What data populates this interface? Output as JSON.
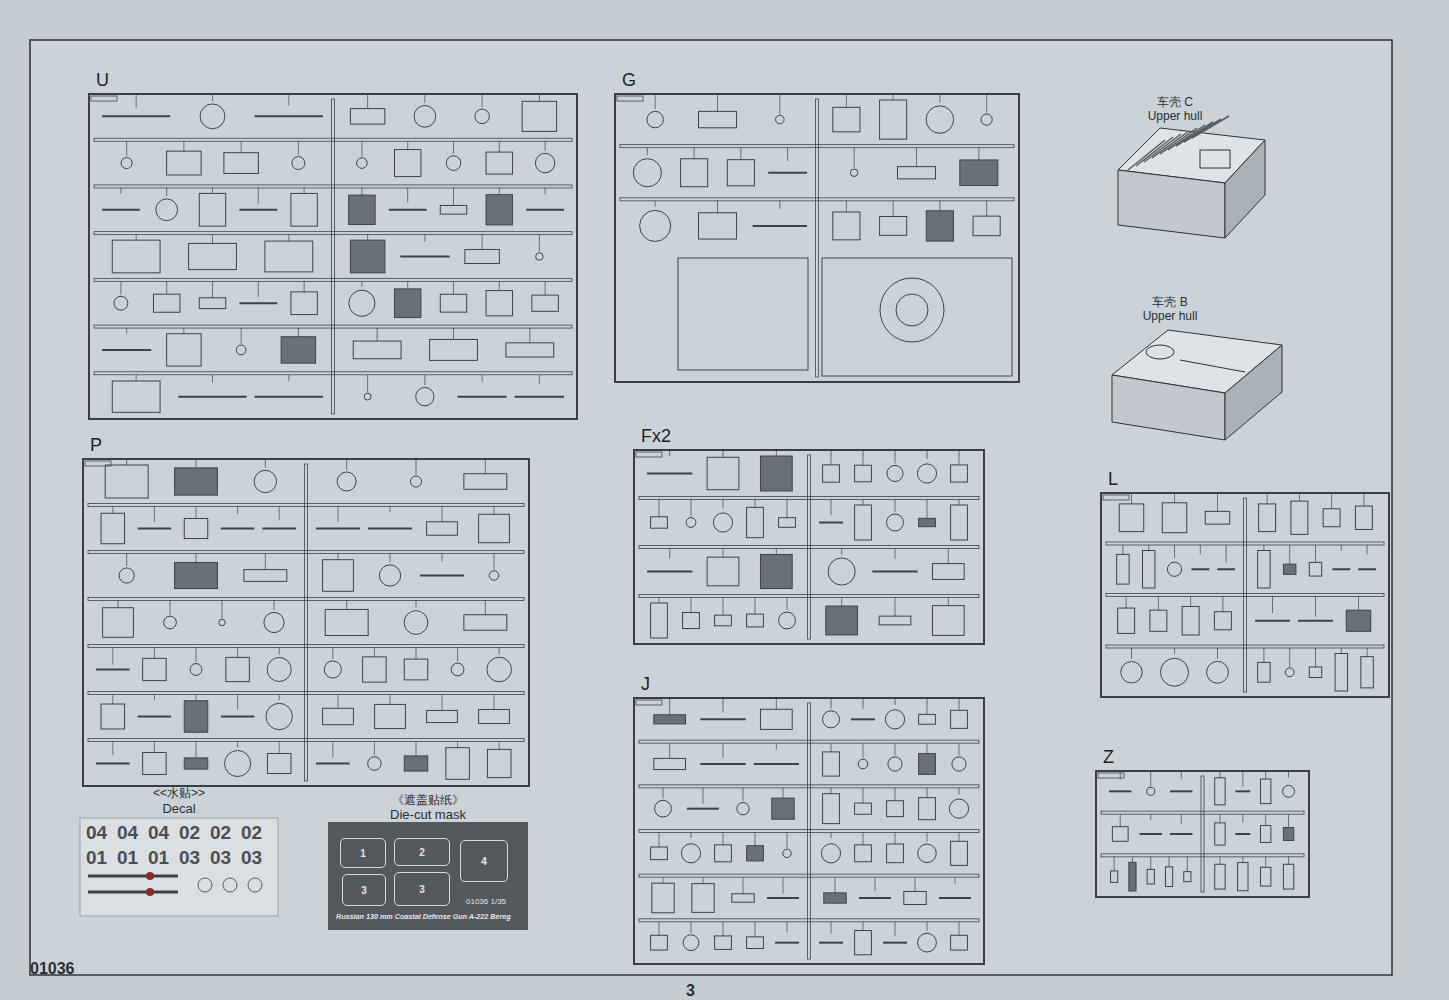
{
  "diagram": {
    "nodes": [
      {
        "text": [
          "U"
        ]
      },
      {
        "text": [
          "G"
        ]
      },
      {
        "text": [
          "P"
        ]
      },
      {
        "text": [
          "Fx2"
        ]
      },
      {
        "text": [
          "J"
        ]
      },
      {
        "text": [
          "L"
        ]
      },
      {
        "text": [
          "Z"
        ]
      },
      {
        "text": [
          "<<水贴>>",
          "Decal",
          "04",
          "04",
          "04",
          "02",
          "02",
          "02",
          "01",
          "01",
          "01",
          "03",
          "03",
          "03"
        ]
      },
      {
        "text": [
          "《遮盖贴纸》",
          "Die-cut mask",
          "01036 1/35",
          "Russian 130 mm Coastal Defense Gun A-222 Bereg"
        ]
      },
      {
        "text": [
          "1"
        ],
        "in": 8
      },
      {
        "text": [
          "2"
        ],
        "in": 8
      },
      {
        "text": [
          "4"
        ],
        "in": 8
      },
      {
        "text": [
          "3"
        ],
        "in": 8
      },
      {
        "text": [
          "3"
        ],
        "in": 8
      }
    ],
    "labels": [
      "车壳 C",
      "Upper hull",
      "车壳 B",
      "Upper hull",
      "01036",
      "3"
    ]
  }
}
